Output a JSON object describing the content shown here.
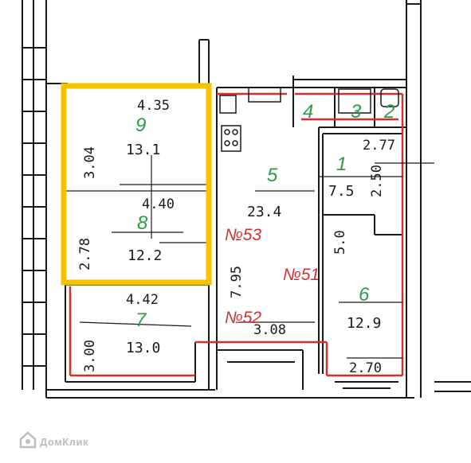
{
  "rooms": [
    {
      "id": "9",
      "area": "13.1",
      "dim_top": "4.35",
      "dim_side": "3.04"
    },
    {
      "id": "8",
      "area": "12.2",
      "dim_top": "4.40",
      "dim_side": "2.78"
    },
    {
      "id": "7",
      "area": "13.0",
      "dim_top": "4.42",
      "dim_side": "3.00"
    },
    {
      "id": "5",
      "area": "23.4",
      "dim_long": "7.95",
      "dim_bottom": "3.08"
    },
    {
      "id": "1",
      "area": "7.5",
      "dim_top": "2.77",
      "dim_side": "2.50"
    },
    {
      "id": "6",
      "area": "12.9",
      "dim_top": "5.0",
      "dim_bottom": "2.70"
    },
    {
      "id": "4"
    },
    {
      "id": "3"
    },
    {
      "id": "2"
    }
  ],
  "red_labels": [
    "№53",
    "№51",
    "№52"
  ],
  "highlight_color": "#f5c400",
  "wall_color": "#1a1a1a",
  "red_color": "#d23030",
  "green_color": "#2f9a4a",
  "watermark": {
    "text": "ДомКлик",
    "icon": "domclick-logo-icon"
  }
}
